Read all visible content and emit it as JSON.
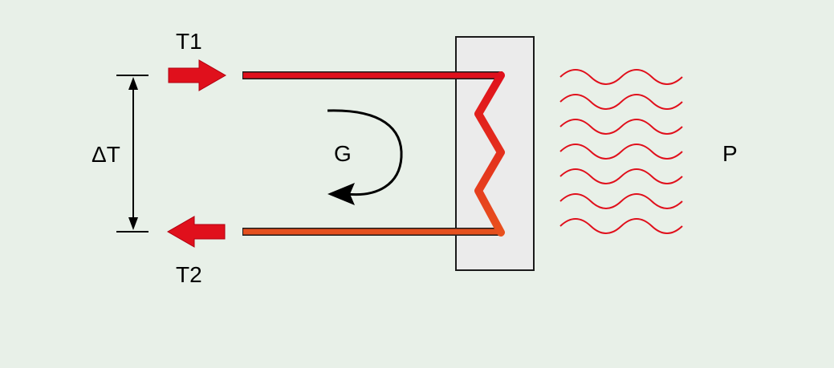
{
  "labels": {
    "inlet_temp": "T1",
    "outlet_temp": "T2",
    "temp_difference": "ΔT",
    "flow": "G",
    "power": "P"
  },
  "colors": {
    "background": "#e8f0e8",
    "inlet_pipe": "#e0101c",
    "outlet_pipe": "#e5501e",
    "arrow_fill": "#e0101c",
    "heat_waves": "#e0101c",
    "radiator_fill": "#ebebeb",
    "radiator_stroke": "#1a1a1a",
    "dimension_line": "#000000"
  },
  "heat_wave_rows": 7
}
